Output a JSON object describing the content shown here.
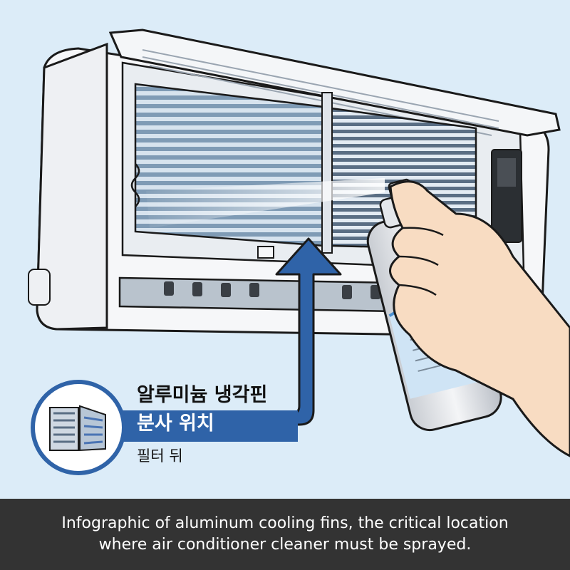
{
  "labels": {
    "line1": "알루미늄 냉각핀",
    "line2": "분사 위치",
    "line3": "필터 뒤"
  },
  "caption": "Infographic of aluminum cooling fins, the critical location where air conditioner cleaner must be sprayed.",
  "colors": {
    "background": "#dcecf8",
    "arrow": "#2f63a8",
    "caption_bar": "#333333",
    "fin": "#7f9bb5",
    "unit_body": "#f6f7f9"
  },
  "icons": {
    "filter_icon": "filter-icon",
    "arrow": "up-arrow-icon"
  }
}
